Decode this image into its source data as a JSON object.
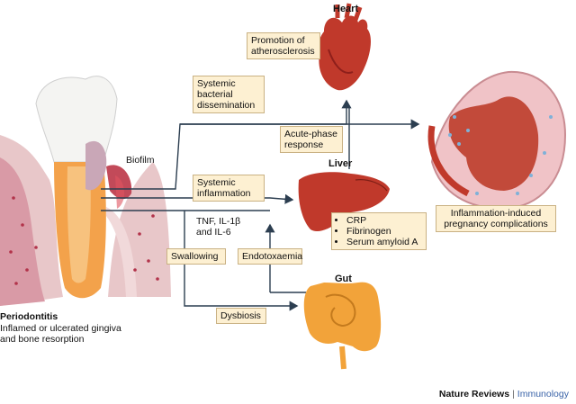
{
  "organs": {
    "heart": "Heart",
    "liver": "Liver",
    "gut": "Gut"
  },
  "labels": {
    "biofilm": "Biofilm",
    "periodontitis_title": "Periodontitis",
    "periodontitis_desc_1": "Inflamed or ulcerated gingiva",
    "periodontitis_desc_2": "and bone resorption",
    "cytokines_1": "TNF, IL-1β",
    "cytokines_2": "and IL-6"
  },
  "boxes": {
    "promotion_1": "Promotion of",
    "promotion_2": "atherosclerosis",
    "systemic_bacterial_1": "Systemic",
    "systemic_bacterial_2": "bacterial",
    "systemic_bacterial_3": "dissemination",
    "acute_phase_1": "Acute-phase",
    "acute_phase_2": "response",
    "systemic_inflammation_1": "Systemic",
    "systemic_inflammation_2": "inflammation",
    "swallowing": "Swallowing",
    "endotoxaemia": "Endotoxaemia",
    "dysbiosis": "Dysbiosis",
    "pregnancy_1": "Inflammation-induced",
    "pregnancy_2": "pregnancy complications"
  },
  "liver_markers": [
    "CRP",
    "Fibrinogen",
    "Serum amyloid A"
  ],
  "footer": {
    "journal": "Nature Reviews",
    "separator": "|",
    "section": "Immunology"
  },
  "colors": {
    "box_fill": "#fdf0d2",
    "box_border": "#c9b183",
    "arrow": "#2c3e50",
    "organ_red": "#c0392b",
    "gut_orange": "#f2a33a"
  }
}
